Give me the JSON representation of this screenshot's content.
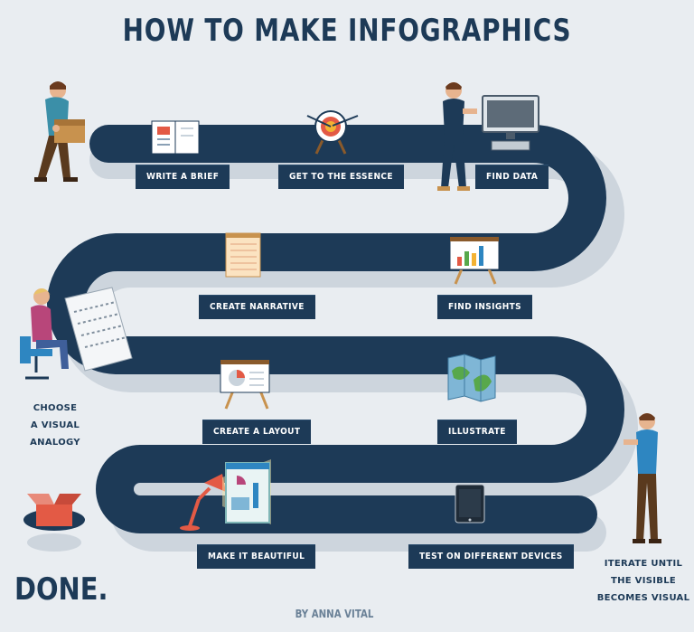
{
  "title": "HOW TO MAKE INFOGRAPHICS",
  "steps": [
    {
      "label": "WRITE A BRIEF",
      "icon": "notebook-icon"
    },
    {
      "label": "GET TO THE ESSENCE",
      "icon": "target-icon"
    },
    {
      "label": "FIND DATA",
      "icon": "computer-icon"
    },
    {
      "label": "FIND INSIGHTS",
      "icon": "chart-easel-icon"
    },
    {
      "label": "CREATE NARRATIVE",
      "icon": "notepad-icon"
    },
    {
      "label": "CREATE A LAYOUT",
      "icon": "layout-easel-icon"
    },
    {
      "label": "ILLUSTRATE",
      "icon": "map-icon"
    },
    {
      "label": "TEST ON DIFFERENT DEVICES",
      "icon": "tablet-icon"
    },
    {
      "label": "MAKE IT BEAUTIFUL",
      "icon": "lamp-canvas-icon"
    }
  ],
  "side_notes": {
    "choose_analogy": "CHOOSE\nA VISUAL\nANALOGY",
    "iterate": "ITERATE UNTIL\nTHE VISIBLE\nBECOMES VISUAL"
  },
  "done": "DONE.",
  "credit": "BY ANNA VITAL",
  "colors": {
    "road": "#1d3a57",
    "shadow": "#cdd5dd",
    "background": "#e9edf1",
    "accent_red": "#e35a45",
    "accent_blue": "#2e86c1",
    "accent_green": "#58a84b"
  }
}
